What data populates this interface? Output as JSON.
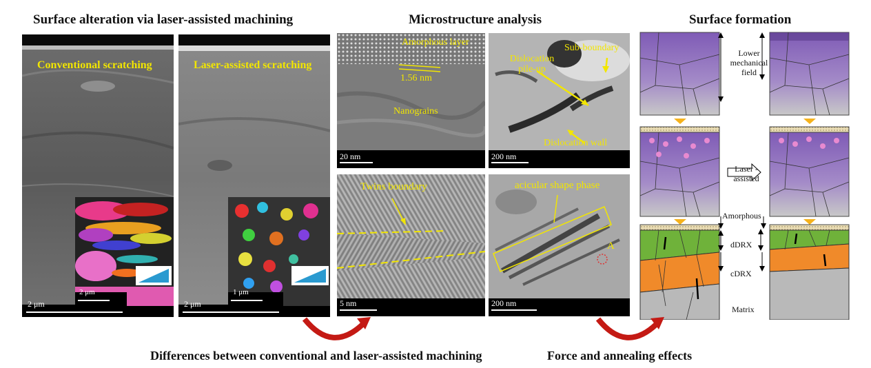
{
  "titles": {
    "left": "Surface alteration via laser-assisted machining",
    "middle": "Microstructure analysis",
    "right": "Surface formation"
  },
  "left_panels": {
    "conventional": {
      "label": "Conventional scratching",
      "scale": "2 μm",
      "inset_scale": "2 μm"
    },
    "laser": {
      "label": "Laser-assisted scratching",
      "scale": "2 μm",
      "inset_scale": "1 μm"
    }
  },
  "micro": {
    "tl": {
      "labels": [
        "Amorphous layer",
        "1.56  nm",
        "Nanograins"
      ],
      "scale": "20 nm"
    },
    "tr": {
      "labels": [
        "Dislocation pile-up",
        "Sub-boundary",
        "Dislocation wall"
      ],
      "scale": "200 nm"
    },
    "bl": {
      "labels": [
        "Twins boundary"
      ],
      "scale": "5 nm"
    },
    "br": {
      "labels": [
        "acicular shape phase",
        "A"
      ],
      "scale": "200 nm"
    }
  },
  "formation": {
    "lower_field": "Lower mechanical field",
    "laser_assisted": "Laser - assisted",
    "amorphous": "Amorphous",
    "ddrx": "dDRX",
    "cdrx": "cDRX",
    "matrix": "Matrix"
  },
  "bottom": {
    "left": "Differences between conventional and laser-assisted machining",
    "right": "Force and annealing effects"
  },
  "colors": {
    "label_yellow": "#f2e600",
    "arrow_red": "#c41a14",
    "purple": "#8a63b8",
    "green": "#6fb23a",
    "orange": "#f08a2a",
    "matrix_gray": "#b9b9b9",
    "connector_orange": "#f5b21c"
  }
}
